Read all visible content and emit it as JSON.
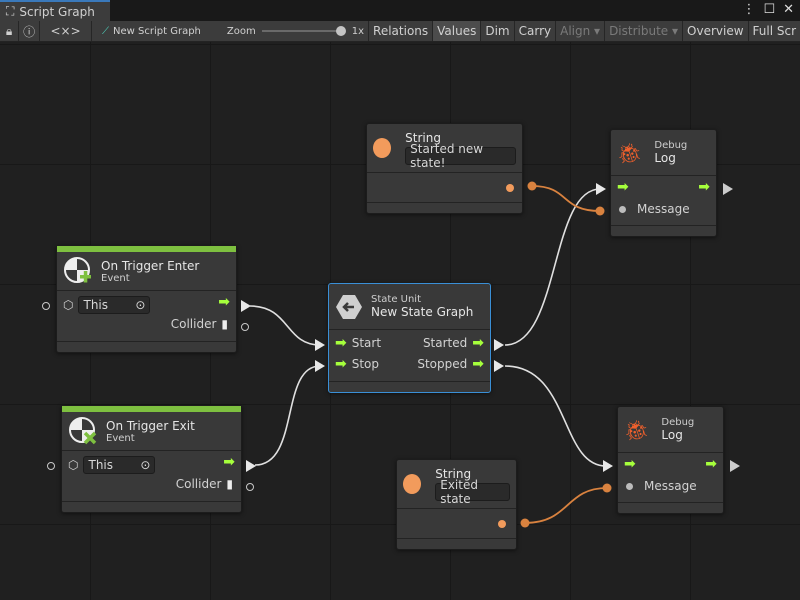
{
  "window": {
    "tab_title": "Script Graph"
  },
  "toolbar": {
    "graph_name": "New Script Graph",
    "zoom_label": "Zoom",
    "zoom_value": "1x",
    "zoom_fraction": 1.0,
    "buttons": [
      {
        "label": "Relations"
      },
      {
        "label": "Values",
        "active": true
      },
      {
        "label": "Dim"
      },
      {
        "label": "Carry"
      },
      {
        "label": "Align ▾",
        "disabled": true
      },
      {
        "label": "Distribute ▾",
        "disabled": true
      },
      {
        "label": "Overview"
      },
      {
        "label": "Full Scr"
      }
    ],
    "code_icon": "<×>"
  },
  "nodes": {
    "trigger_enter": {
      "title": "On Trigger Enter",
      "subtitle": "Event",
      "target": "This",
      "output": "Collider"
    },
    "trigger_exit": {
      "title": "On Trigger Exit",
      "subtitle": "Event",
      "target": "This",
      "output": "Collider"
    },
    "state_unit": {
      "subtitle": "State Unit",
      "title": "New  State  Graph",
      "in1": "Start",
      "in2": "Stop",
      "out1": "Started",
      "out2": "Stopped"
    },
    "string1": {
      "title": "String",
      "value": "Started new state!"
    },
    "string2": {
      "title": "String",
      "value": "Exited state"
    },
    "log1": {
      "subtitle": "Debug",
      "title": "Log",
      "input": "Message"
    },
    "log2": {
      "subtitle": "Debug",
      "title": "Log",
      "input": "Message"
    }
  },
  "colors": {
    "flow": "#a6ff3c",
    "string": "#f29b5c",
    "event_bar": "#7ec040",
    "selection": "#3a8fd6",
    "debug": "#f0602c"
  }
}
